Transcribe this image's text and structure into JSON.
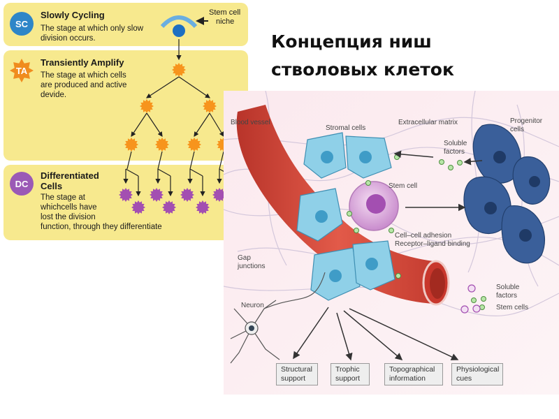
{
  "title_lines": [
    "Концепция ниш",
    "стволовых клеток"
  ],
  "stages": [
    {
      "badge": "SC",
      "badge_color": "#2e86c8",
      "title": "Slowly Cycling",
      "desc_lines": [
        "The stage at which only slow",
        "division occurs."
      ]
    },
    {
      "badge": "TA",
      "badge_color": "#f08c1e",
      "title": "Transiently Amplify",
      "desc_lines": [
        "The stage at which cells",
        "are produced and active",
        "devide."
      ]
    },
    {
      "badge": "DC",
      "badge_color": "#9b59b6",
      "title_lines": [
        "Differentiated",
        "Cells"
      ],
      "desc_lines": [
        "The stage at",
        "whichcells have",
        "lost the division",
        "function, through they differentiate"
      ]
    }
  ],
  "niche_label_lines": [
    "Stem cell",
    "niche"
  ],
  "diagram_labels": {
    "blood_vessel": "Blood vessel",
    "stromal_cells": "Stromal cells",
    "extracellular_matrix": "Extracellular matrix",
    "progenitor_cells": [
      "Progenitor",
      "cells"
    ],
    "soluble_factors_top": [
      "Soluble",
      "factors"
    ],
    "stem_cell": "Stem cell",
    "adhesion": [
      "Cell–cell adhesion",
      "Receptor–ligand binding"
    ],
    "gap_junctions": [
      "Gap",
      "junctions"
    ],
    "neuron": "Neuron",
    "soluble_factors_bottom": [
      "Soluble",
      "factors"
    ],
    "stem_cells_bottom": "Stem cells"
  },
  "bottom_boxes": [
    [
      "Structural",
      "support"
    ],
    [
      "Trophic",
      "support"
    ],
    [
      "Topographical",
      "information"
    ],
    [
      "Physiological",
      "cues"
    ]
  ],
  "colors": {
    "stage_bg": "#f7e98e",
    "orange_cell": "#f7941d",
    "purple_cell": "#a34fb1",
    "vessel": "#d9473a",
    "stromal": "#7cc6e2",
    "progenitor": "#3a5f9a",
    "stem_cell": "#d7a3d8"
  }
}
